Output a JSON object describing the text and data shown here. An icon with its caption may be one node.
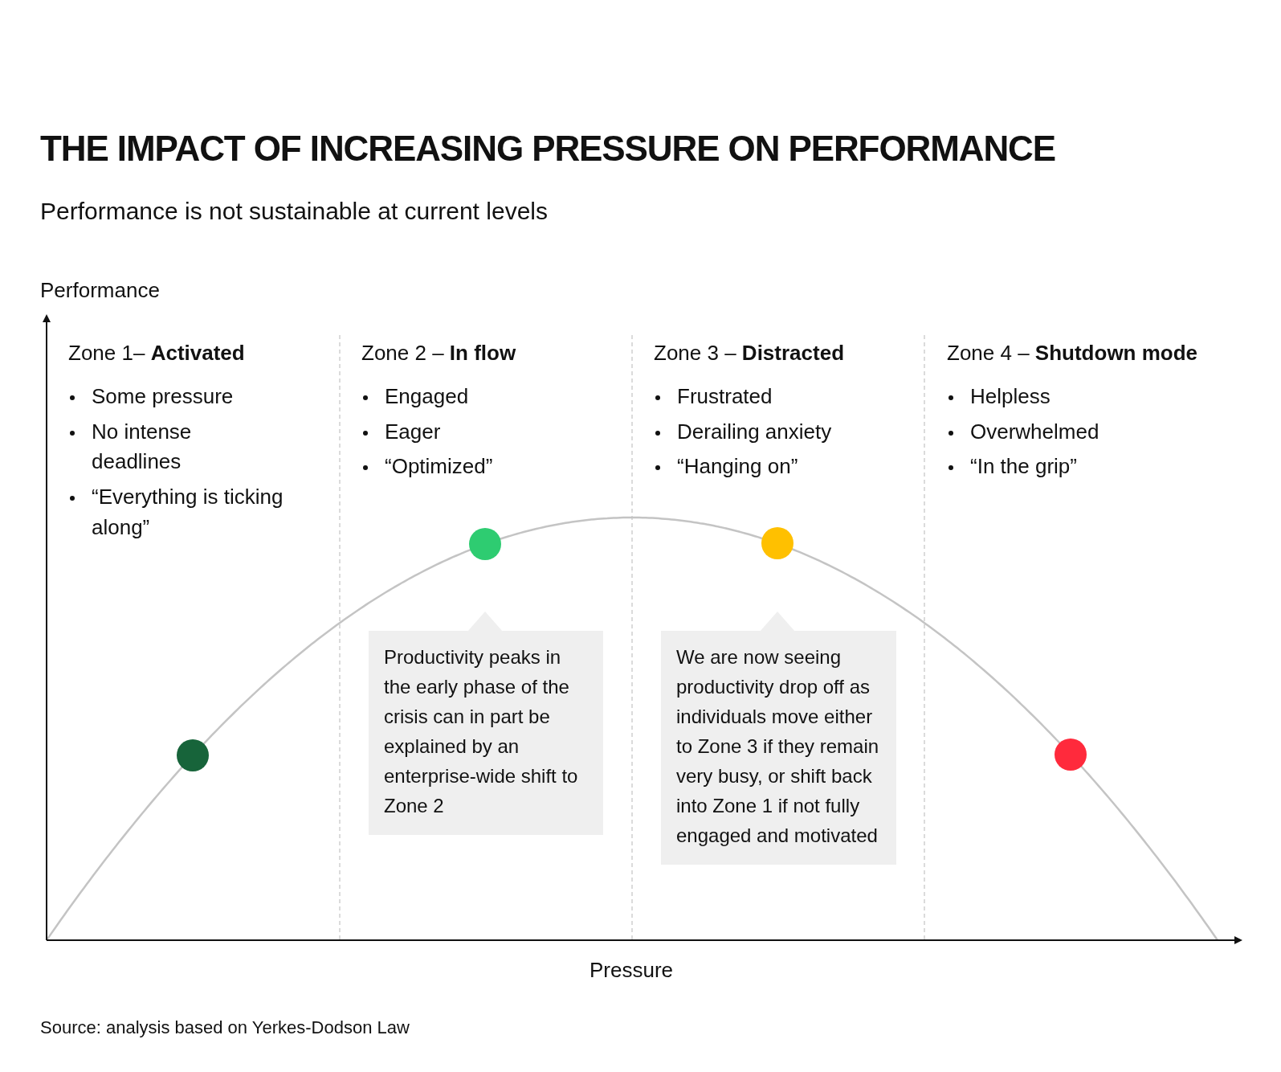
{
  "diagram": {
    "title": "THE IMPACT OF INCREASING PRESSURE ON PERFORMANCE",
    "nodes": [
      {
        "text": [
          "Zone 1– **Activated**",
          "Some pressure",
          "No intense deadlines",
          "“Everything is ticking along”"
        ]
      },
      {
        "text": [
          "Zone 2 – **In flow**",
          "Engaged",
          "Eager",
          "“Optimized”"
        ]
      },
      {
        "text": [
          "Zone 3 – **Distracted**",
          "Frustrated",
          "Derailing anxiety",
          "“Hanging on”"
        ]
      },
      {
        "text": [
          "Zone 4 – **Shutdown mode**",
          "Helpless",
          "Overwhelmed",
          "“In the grip”"
        ]
      },
      {
        "text": [],
        "shape": "circle"
      },
      {
        "text": [],
        "shape": "circle"
      },
      {
        "text": [],
        "shape": "circle"
      },
      {
        "text": [],
        "shape": "circle"
      },
      {
        "text": [
          "Productivity peaks in the early phase of the crisis can in part be explained by an enterprise-wide shift to Zone 2"
        ]
      },
      {
        "text": [
          "We are now seeing productivity drop off as individuals move either to Zone 3 if they remain very busy, or shift back into Zone 1 if not fully engaged and motivated"
        ]
      }
    ],
    "labels": [
      "Performance is not sustainable at current levels",
      "Performance",
      "Pressure",
      "Source: analysis based on Yerkes-Dodson Law"
    ]
  }
}
